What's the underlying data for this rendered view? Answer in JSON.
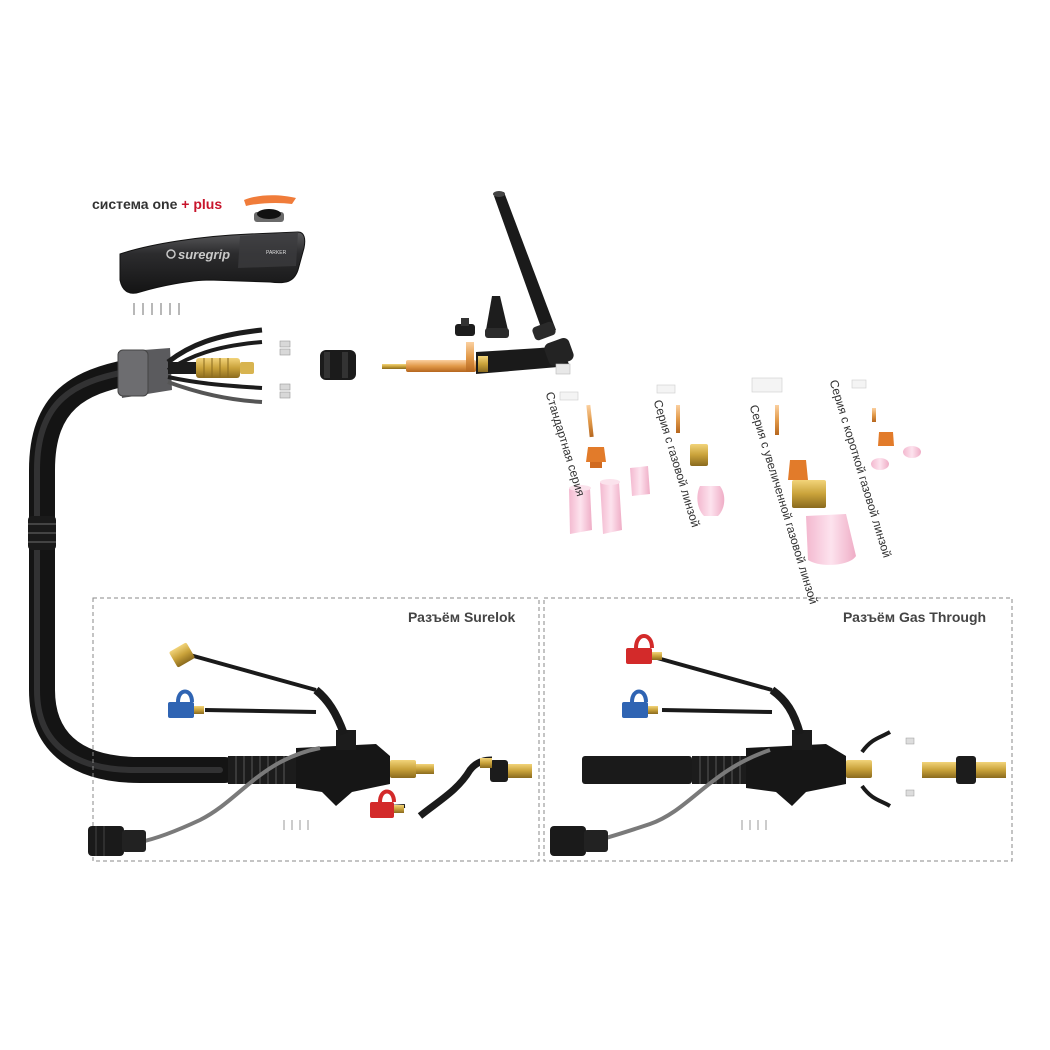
{
  "brand": {
    "prefix": "система one",
    "plus_sign": "+",
    "suffix": "plus",
    "handle_logo": "suregrip",
    "handle_badge": "PARKER"
  },
  "connectors": [
    {
      "title": "Разъём Surelok"
    },
    {
      "title": "Разъём Gas Through"
    }
  ],
  "consumable_series": [
    {
      "label": "Стандартная серия"
    },
    {
      "label": "Серия с газовой линзой"
    },
    {
      "label": "Серия с увеличенной газовой линзой"
    },
    {
      "label": "Серия с короткой газовой линзой"
    }
  ],
  "colors": {
    "cable": "#1e1e20",
    "brass": "#c9a23a",
    "copper": "#e29a4a",
    "ceramic": "#f6c6d9",
    "red_cap": "#d32a2a",
    "blue_cap": "#2f64b3",
    "orange_clip": "#f07c3a",
    "box_border": "#8a8a8a",
    "accent_plus": "#c8152c"
  }
}
